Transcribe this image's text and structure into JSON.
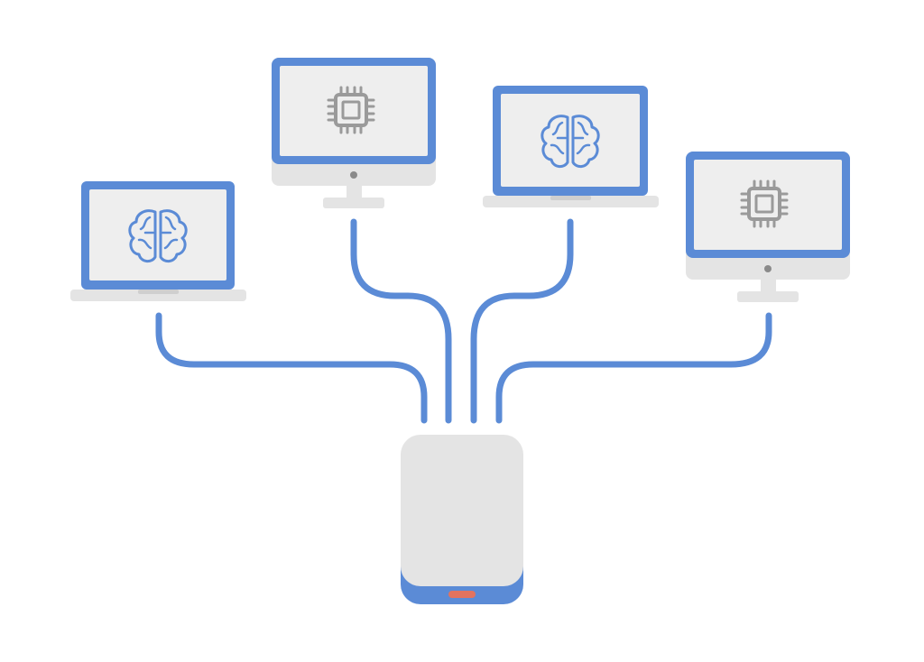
{
  "colors": {
    "background": "#ffffff",
    "accent": "#5b8bd6",
    "accent_dark": "#4a7bc9",
    "device_body": "#e4e4e4",
    "screen": "#eeeeee",
    "chip": "#9a9a9a",
    "indicator": "#e2735f"
  },
  "hub": {
    "icon": "storage-device-icon",
    "indicator": "status-led"
  },
  "devices": [
    {
      "id": "laptop-left",
      "kind": "laptop",
      "icon": "brain-icon"
    },
    {
      "id": "monitor-center-left",
      "kind": "monitor",
      "icon": "chip-icon"
    },
    {
      "id": "laptop-center-right",
      "kind": "laptop",
      "icon": "brain-icon"
    },
    {
      "id": "monitor-right",
      "kind": "monitor",
      "icon": "chip-icon"
    }
  ],
  "connections": [
    {
      "from": "hub",
      "to": "laptop-left"
    },
    {
      "from": "hub",
      "to": "monitor-center-left"
    },
    {
      "from": "hub",
      "to": "laptop-center-right"
    },
    {
      "from": "hub",
      "to": "monitor-right"
    }
  ]
}
